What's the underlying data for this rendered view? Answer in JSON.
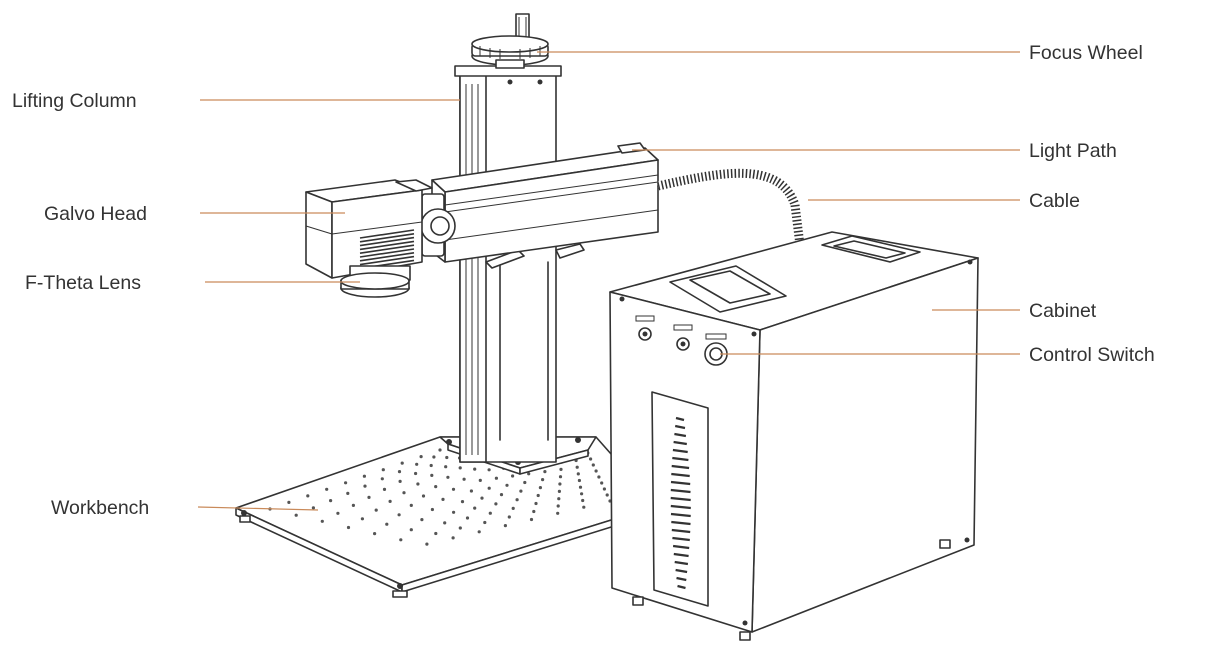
{
  "theme": {
    "leader_color": "#c98a5a",
    "ink_color": "#333333"
  },
  "labels": {
    "focus_wheel": "Focus Wheel",
    "lifting_column": "Lifting Column",
    "light_path": "Light Path",
    "cable": "Cable",
    "galvo_head": "Galvo Head",
    "f_theta_lens": "F-Theta Lens",
    "cabinet": "Cabinet",
    "control_switch": "Control Switch",
    "workbench": "Workbench"
  }
}
